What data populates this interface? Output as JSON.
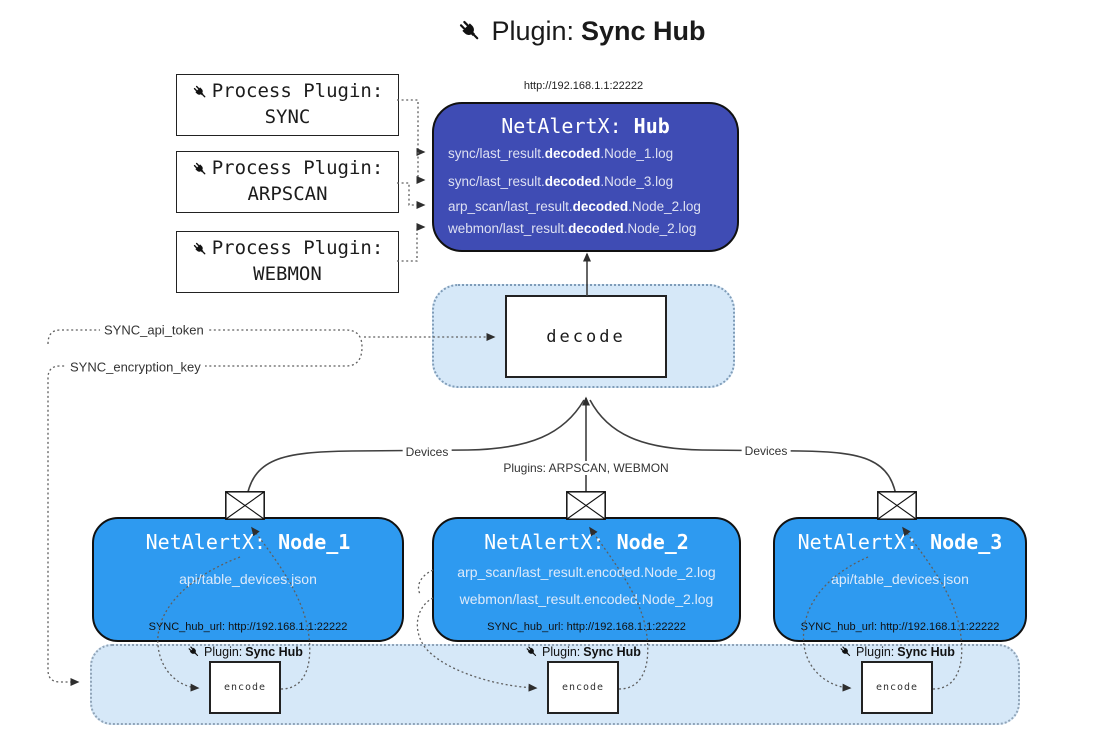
{
  "title": {
    "prefix": "Plugin: ",
    "bold": "Sync Hub"
  },
  "process_plugins": [
    {
      "label": "Process Plugin:",
      "name": "SYNC"
    },
    {
      "label": "Process Plugin:",
      "name": "ARPSCAN"
    },
    {
      "label": "Process Plugin:",
      "name": "WEBMON"
    }
  ],
  "hub": {
    "url": "http://192.168.1.1:22222",
    "title_prefix": "NetAlertX: ",
    "title_name": "Hub",
    "logs": [
      {
        "pre": "sync/last_result.",
        "bold": "decoded",
        "post": ".Node_1.log"
      },
      {
        "pre": "sync/last_result.",
        "bold": "decoded",
        "post": ".Node_3.log"
      },
      {
        "pre": "arp_scan/last_result.",
        "bold": "decoded",
        "post": ".Node_2.log"
      },
      {
        "pre": "webmon/last_result.",
        "bold": "decoded",
        "post": ".Node_2.log"
      }
    ]
  },
  "decode": {
    "label": "decode"
  },
  "secrets": {
    "api_token": "SYNC_api_token",
    "encryption_key": "SYNC_encryption_key"
  },
  "edges": {
    "devices_left": "Devices",
    "devices_right": "Devices",
    "plugins_middle": "Plugins: ARPSCAN, WEBMON"
  },
  "nodes": [
    {
      "title_prefix": "NetAlertX: ",
      "title_name": "Node_1",
      "files": [
        "api/table_devices.json"
      ],
      "footer": "SYNC_hub_url: http://192.168.1.1:22222"
    },
    {
      "title_prefix": "NetAlertX: ",
      "title_name": "Node_2",
      "files": [
        "arp_scan/last_result.encoded.Node_2.log",
        "webmon/last_result.encoded.Node_2.log"
      ],
      "footer": "SYNC_hub_url: http://192.168.1.1:22222"
    },
    {
      "title_prefix": "NetAlertX: ",
      "title_name": "Node_3",
      "files": [
        "api/table_devices.json"
      ],
      "footer": "SYNC_hub_url: http://192.168.1.1:22222"
    }
  ],
  "encoders": [
    {
      "label_prefix": "Plugin: ",
      "label_bold": "Sync Hub",
      "box": "encode"
    },
    {
      "label_prefix": "Plugin: ",
      "label_bold": "Sync Hub",
      "box": "encode"
    },
    {
      "label_prefix": "Plugin: ",
      "label_bold": "Sync Hub",
      "box": "encode"
    }
  ],
  "colors": {
    "hub": "#3f4cb4",
    "node": "#2e9af0",
    "panel": "#d6e8f8"
  }
}
